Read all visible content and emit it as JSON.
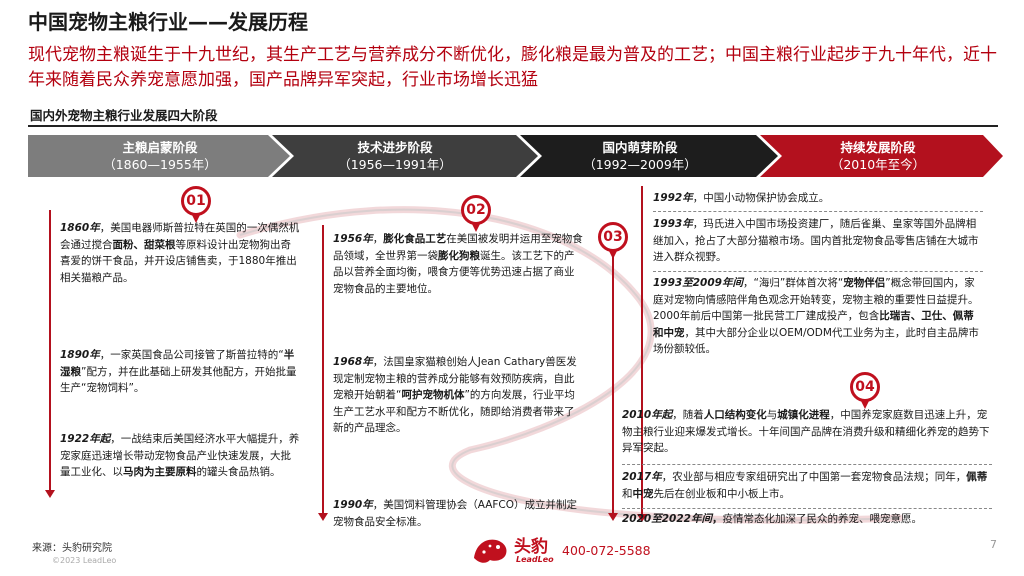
{
  "header": {
    "title": "中国宠物主粮行业——发展历程",
    "headline": "现代宠物主粮诞生于十九世纪，其生产工艺与营养成分不断优化，膨化粮是最为普及的工艺；中国主粮行业起步于九十年代，近十年来随着民众养宠意愿加强，国产品牌异军突起，行业市场增长迅猛",
    "subtitle": "国内外宠物主粮行业发展四大阶段"
  },
  "colors": {
    "accent": "#b3000f",
    "stage1": "#7d7d7d",
    "stage2": "#3e3e3e",
    "stage3": "#1d1d1d",
    "stage4": "#b3111e"
  },
  "stages": [
    {
      "name": "主粮启蒙阶段",
      "period": "（1860—1955年）"
    },
    {
      "name": "技术进步阶段",
      "period": "（1956—1991年）"
    },
    {
      "name": "国内萌芽阶段",
      "period": "（1992—2009年）"
    },
    {
      "name": "持续发展阶段",
      "period": "（2010年至今）"
    }
  ],
  "badges": [
    "01",
    "02",
    "03",
    "04"
  ],
  "col1": {
    "e1": {
      "year": "1860年",
      "t1": "，美国电器师斯普拉特在英国的一次偶然机会通过搅合",
      "b1": "面粉、甜菜根",
      "t2": "等原料设计出宠物狗出奇喜爱的饼干食品，并开设店铺售卖，于1880年推出相关猫粮产品。"
    },
    "e2": {
      "year": "1890年",
      "t1": "，一家英国食品公司接管了斯普拉特的“",
      "b1": "半湿粮",
      "t2": "”配方，并在此基础上研发其他配方，开始批量生产“宠物饲料”。"
    },
    "e3": {
      "year": "1922年起",
      "t1": "，一战结束后美国经济水平大幅提升，养宠家庭迅速增长带动宠物食品产业快速发展，大批量工业化、以",
      "b1": "马肉为主要原料",
      "t2": "的罐头食品热销。"
    }
  },
  "col2": {
    "e1": {
      "year": "1956年",
      "t0": "，",
      "b0": "膨化食品工艺",
      "t1": "在美国被发明并运用至宠物食品领域，全世界第一袋",
      "b1": "膨化狗粮",
      "t2": "诞生。该工艺下的产品以营养全面均衡，喂食方便等优势迅速占据了商业宠物食品的主要地位。"
    },
    "e2": {
      "year": "1968年",
      "t1": "，法国皇家猫粮创始人Jean Cathary兽医发现定制宠物主粮的营养成分能够有效预防疾病，自此宠粮开始朝着“",
      "b1": "呵护宠物机体",
      "t2": "”的方向发展，行业平均生产工艺水平和配方不断优化，随即给消费者带来了新的产品理念。"
    },
    "e3": {
      "year": "1990年",
      "t1": "，美国饲料管理协会（AAFCO）成立并制定宠物食品安全标准。"
    }
  },
  "col3": {
    "e1": {
      "year": "1992年",
      "t1": "，中国小动物保护协会成立。"
    },
    "e2": {
      "year": "1993年",
      "t1": "，玛氏进入中国市场投资建厂，随后雀巢、皇家等国外品牌相继加入，抢占了大部分猫粮市场。国内首批宠物食品零售店铺在大城市进入群众视野。"
    },
    "e3": {
      "year": "1993至2009年间",
      "t1": "，“海归”群体首次将“",
      "b1": "宠物伴侣",
      "t2": "”概念带回国内，家庭对宠物向情感陪伴角色观念开始转变，宠物主粮的重要性日益提升。2000年前后中国第一批民营工厂建成投产，包含",
      "b2": "比瑞吉、卫仕、佩蒂和中宠",
      "t3": "，其中大部分企业以OEM/ODM代工业务为主，此时自主品牌市场份额较低。"
    }
  },
  "col4": {
    "e1": {
      "year": "2010年起",
      "t1": "，随着",
      "b1": "人口结构变化",
      "t2": "与",
      "b2": "城镇化进程",
      "t3": "，中国养宠家庭数目迅速上升，宠物主粮行业迎来爆发式增长。十年间国产品牌在消费升级和精细化养宠的趋势下异军突起。"
    },
    "e2": {
      "year": "2017年",
      "t1": "，农业部与相应专家组研究出了中国第一套宠物食品法规；同年，",
      "b1": "佩蒂",
      "t2": "和",
      "b2": "中宠",
      "t3": "先后在创业板和中小板上市。"
    },
    "e3": {
      "year": "2020至2022年间",
      "b1": "，",
      "t1": "疫情常态化加深了民众的养宠、喂宠意愿。"
    }
  },
  "footer": {
    "source": "来源：头豹研究院",
    "copyright": "©2023 LeadLeo",
    "logo_cn": "头豹",
    "logo_en": "LeadLeo",
    "phone": "400-072-5588",
    "page": "7"
  }
}
